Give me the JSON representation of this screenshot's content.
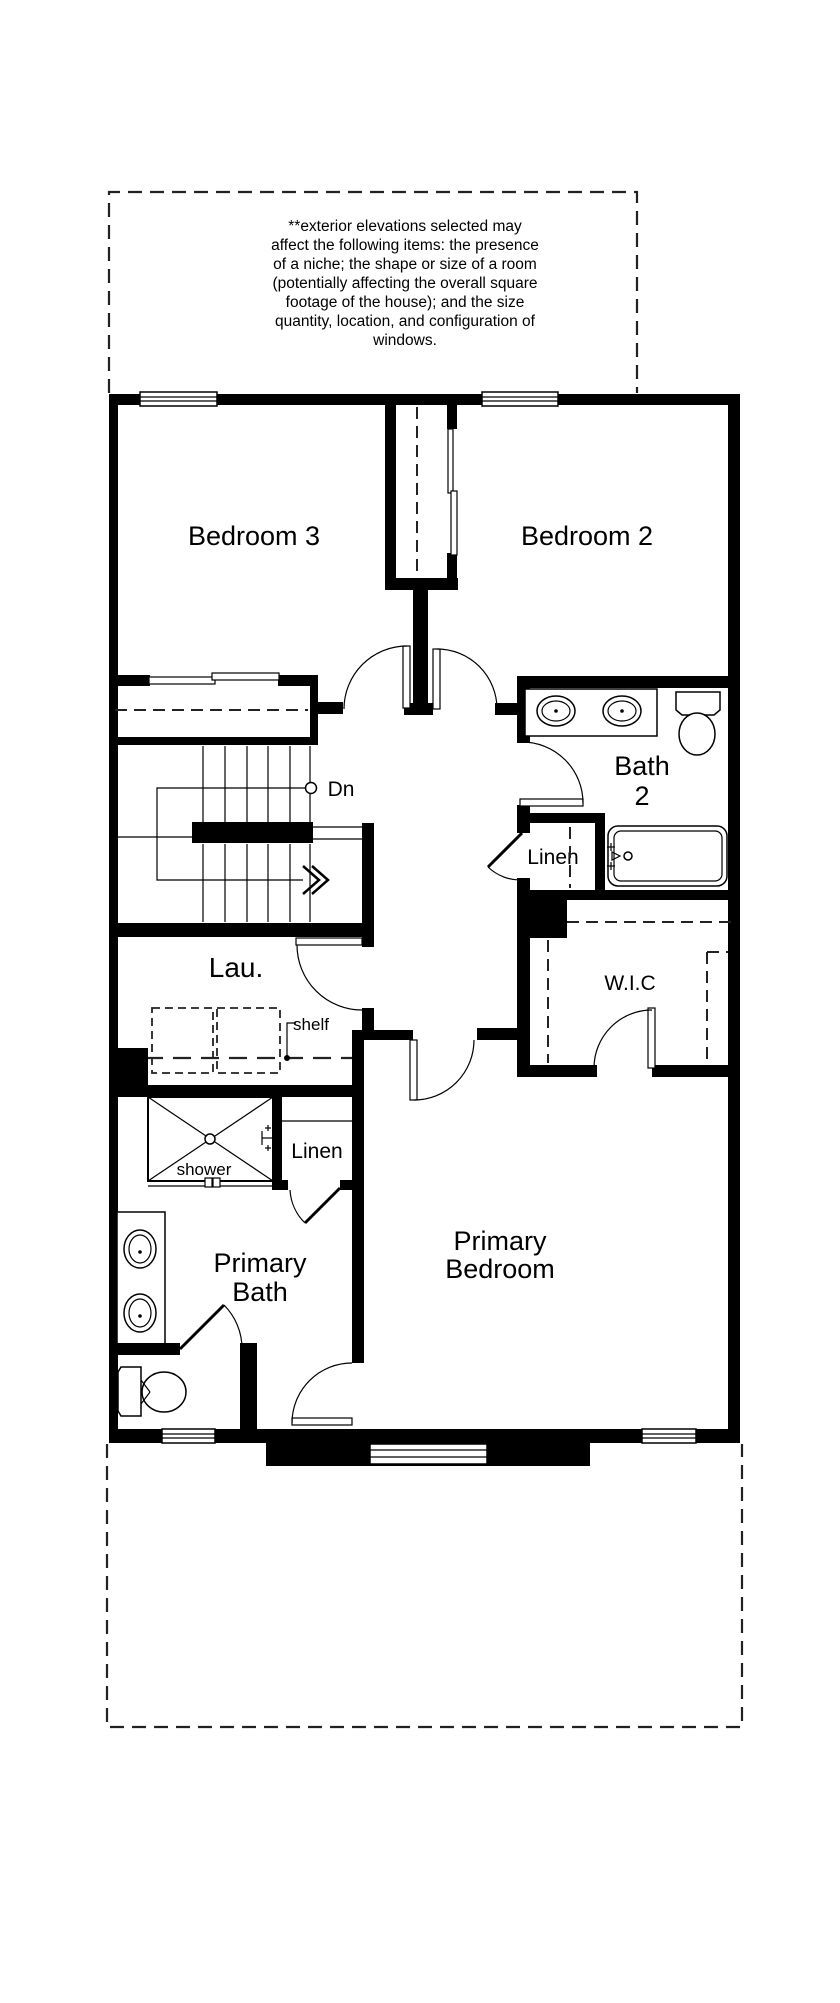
{
  "title": "Second floor plan",
  "colors": {
    "ink": "#000000",
    "background": "#ffffff"
  },
  "disclaimer": {
    "lines": [
      "**exterior elevations selected may",
      "affect the following items: the presence",
      "of a niche; the shape or size of a room",
      "(potentially affecting the overall square",
      "footage of the house); and the size",
      "quantity, location, and configuration of",
      "windows."
    ]
  },
  "rooms": {
    "bedroom3": {
      "label": "Bedroom 3"
    },
    "bedroom2": {
      "label": "Bedroom 2"
    },
    "bath2": {
      "line1": "Bath",
      "line2": "2"
    },
    "linen_hall": {
      "label": "Linen"
    },
    "laundry": {
      "label": "Lau.",
      "shelf_label": "shelf"
    },
    "wic": {
      "label": "W.I.C"
    },
    "shower": {
      "label": "shower"
    },
    "linen_primary": {
      "label": "Linen"
    },
    "primary_bath": {
      "line1": "Primary",
      "line2": "Bath"
    },
    "primary_bedroom": {
      "line1": "Primary",
      "line2": "Bedroom"
    },
    "stairs": {
      "direction_label": "Dn"
    }
  }
}
